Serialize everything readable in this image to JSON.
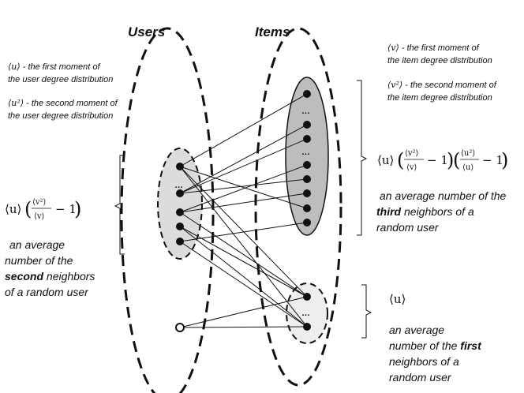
{
  "headers": {
    "users": "Users",
    "items": "Items"
  },
  "notes": {
    "user_first_symbol": "⟨u⟩",
    "user_first_line1": " - the first moment of",
    "user_first_line2": "the user degree distribution",
    "user_second_symbol": "⟨u²⟩",
    "user_second_line1": " - the second moment of",
    "user_second_line2": "the user degree distribution",
    "item_first_symbol": "⟨v⟩",
    "item_first_line1": " - the first moment of",
    "item_first_line2": "the item degree distribution",
    "item_second_symbol": "⟨v²⟩",
    "item_second_line1": " - the second moment of",
    "item_second_line2": "the item degree distribution"
  },
  "formulas": {
    "third_u": "⟨u⟩",
    "third_v2": "⟨v²⟩",
    "third_v": "⟨v⟩",
    "third_u2": "⟨u²⟩",
    "third_u_den": "⟨u⟩",
    "minus_one": "− 1",
    "second_u": "⟨u⟩",
    "second_v2": "⟨v²⟩",
    "second_v": "⟨v⟩",
    "first_u": "⟨u⟩"
  },
  "descriptions": {
    "third": {
      "line1": "an average number of the",
      "bold": "third",
      "rest": " neighbors of a",
      "line3": "random user"
    },
    "second": {
      "line1": "an average",
      "line2": "number of the",
      "bold": "second",
      "rest": " neighbors",
      "line4": "of a random user"
    },
    "first": {
      "line1": "an average",
      "line2_pre": "number of the ",
      "bold": "first",
      "line3": "neighbors of a",
      "line4": "random user"
    }
  },
  "ellipsis": "…"
}
